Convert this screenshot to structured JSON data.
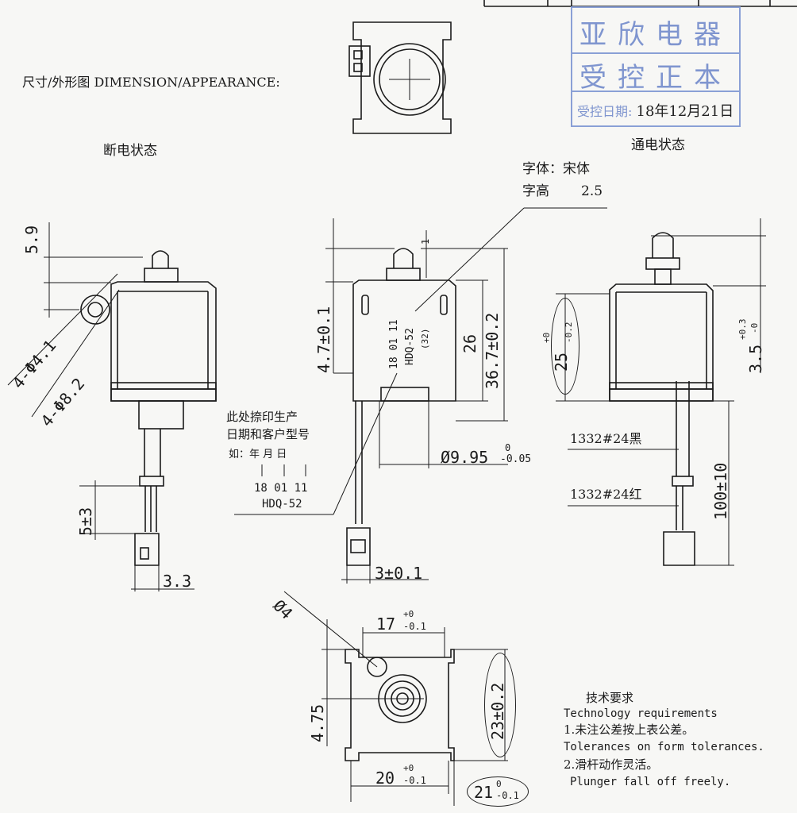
{
  "title": "尺寸/外形图 DIMENSION/APPEARANCE:",
  "states": {
    "off": "断电状态",
    "on": "通电状态"
  },
  "font_note": {
    "font_label": "字体：宋体",
    "height_label": "字高",
    "height_value": "2.5"
  },
  "stamp": {
    "line1": "亚欣电器",
    "line2": "受控正本",
    "date_prefix": "受控日期:",
    "date_value": "18年12月21日"
  },
  "print_note": {
    "line1": "此处捺印生产",
    "line2": "日期和客户型号",
    "line3": "如：年   月   日",
    "line4": "18  01  11",
    "line5": "HDQ-52"
  },
  "body_marking": {
    "date": "18 01 11",
    "model": "HDQ-52",
    "sub": "(32)"
  },
  "dims": {
    "d59": "5.9",
    "d41": "4-Φ4.1",
    "d82": "4-Φ8.2",
    "d5pm3": "5±3",
    "d33": "3.3",
    "d47": "4.7±0.1",
    "d1": "1",
    "d26": "26",
    "d367": "36.7±0.2",
    "d995": "Ø9.95",
    "d995tol_top": "0",
    "d995tol_bot": "-0.05",
    "d3pm01": "3±0.1",
    "d25": "25",
    "d25tol_top": "+0",
    "d25tol_bot": "-0.2",
    "d35": "3.5",
    "d35tol_top": "+0.3",
    "d35tol_bot": "-0",
    "wire_black": "1332#24黑",
    "wire_red": "1332#24红",
    "d100": "100±10",
    "d4": "Ø4",
    "d17": "17",
    "d17tol_top": "+0",
    "d17tol_bot": "-0.1",
    "d475": "4.75",
    "d23": "23±0.2",
    "d20": "20",
    "d20tol_top": "+0",
    "d20tol_bot": "-0.1",
    "d21": "21",
    "d21tol_top": "0",
    "d21tol_bot": "-0.1"
  },
  "tech": {
    "title_cn": "技术要求",
    "title_en": "Technology  requirements",
    "item1_cn": "1.未注公差按上表公差。",
    "item1_en": "Tolerances on form tolerances.",
    "item2_cn": "2.滑杆动作灵活。",
    "item2_en": "Plunger fall off freely."
  }
}
